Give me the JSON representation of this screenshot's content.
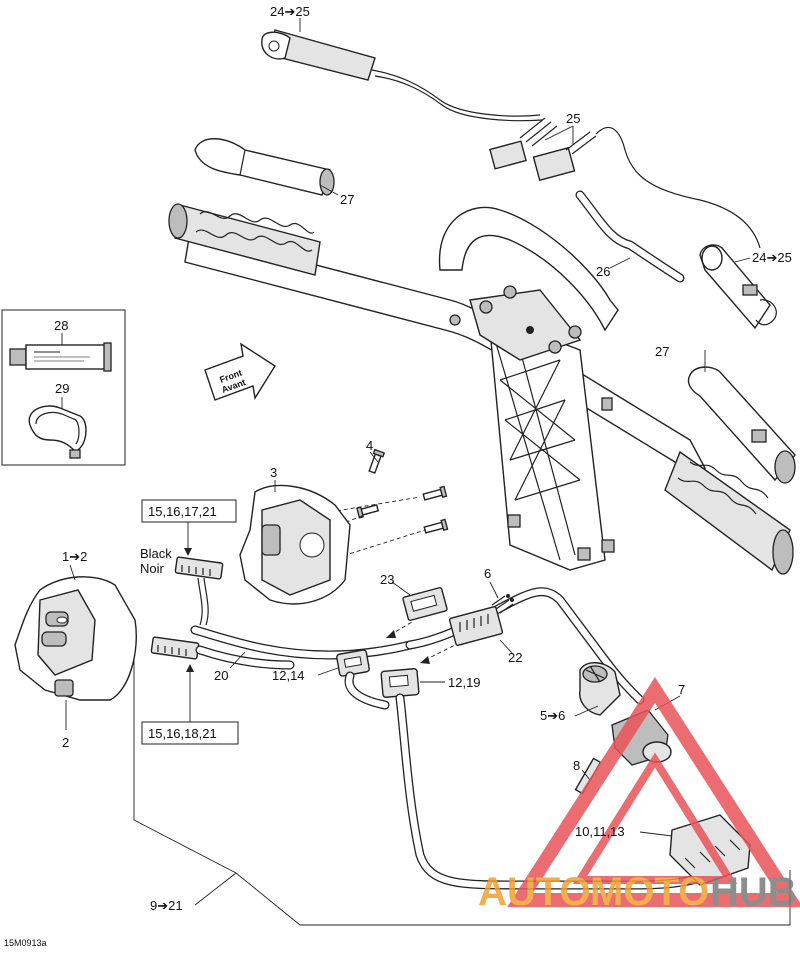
{
  "callouts": {
    "c24_25_top": "24➔25",
    "c25": "25",
    "c27_top": "27",
    "c26": "26",
    "c24_25_right": "24➔25",
    "c27_right": "27",
    "c28": "28",
    "c29": "29",
    "c4": "4",
    "c3": "3",
    "c1_2": "1➔2",
    "c2": "2",
    "c20": "20",
    "c23": "23",
    "c6": "6",
    "c22": "22",
    "c12_14": "12,14",
    "c12_19": "12,19",
    "c5_6": "5➔6",
    "c7": "7",
    "c8": "8",
    "c10_11_13": "10,11,13",
    "c9_21": "9➔21"
  },
  "boxes": {
    "top_box": "15,16,17,21",
    "bottom_box": "15,16,18,21"
  },
  "connector_color": {
    "line1": "Black",
    "line2": "Noir"
  },
  "front_arrow": {
    "line1": "Front",
    "line2": "Avant"
  },
  "figure_code": "15M0913a",
  "watermark": {
    "part1": "AUTO",
    "part2": "MOTO",
    "part3": "HUB"
  },
  "colors": {
    "watermark_red": "#e8545a",
    "watermark_orange": "#f0a030",
    "watermark_gray": "#7a7a7a",
    "line": "#222222"
  }
}
